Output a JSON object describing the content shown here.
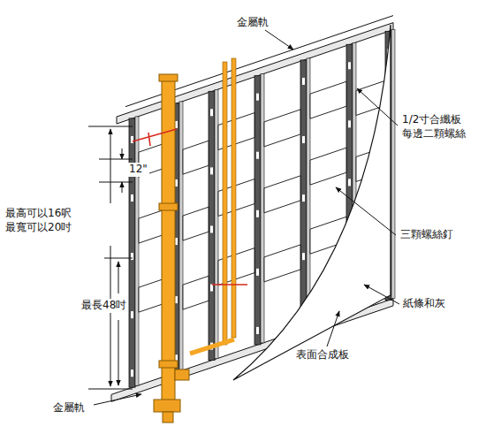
{
  "diagram": {
    "labels": [
      "金屬軌",
      "1/2寸合纖板 每邊二顆螺絲",
      "三顆螺絲釘",
      "紙條和灰",
      "表面合成板",
      "金屬軌",
      "12\"",
      "最高可以16呎 最寬可以20吋",
      "最長48吋"
    ]
  }
}
